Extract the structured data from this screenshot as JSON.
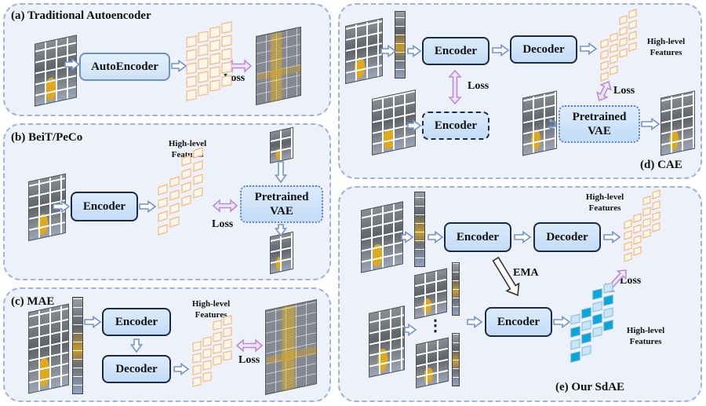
{
  "panels": {
    "a": {
      "title": "(a) Traditional Autoencoder",
      "box": "AutoEncoder",
      "loss": "Loss"
    },
    "b": {
      "title": "(b) BeiT/PeCo",
      "encoder": "Encoder",
      "vae": "Pretrained VAE",
      "features": "High-level Features",
      "loss": "Loss"
    },
    "c": {
      "title": "(c) MAE",
      "encoder": "Encoder",
      "decoder": "Decoder",
      "features": "High-level Features",
      "loss": "Loss"
    },
    "d": {
      "title": "(d) CAE",
      "encoder": "Encoder",
      "decoder": "Decoder",
      "encoder2": "Encoder",
      "vae": "Pretrained VAE",
      "features": "High-level Features",
      "loss1": "Loss",
      "loss2": "Loss"
    },
    "e": {
      "title": "(e) Our SdAE",
      "encoder": "Encoder",
      "decoder": "Decoder",
      "encoder2": "Encoder",
      "ema": "EMA",
      "features1": "High-level Features",
      "features2": "High-level Features",
      "loss": "Loss",
      "dots": "⋮"
    }
  },
  "colors": {
    "panel_bg": "#edf1fa",
    "panel_border": "#9db2dc",
    "arrow": "#6f95cf",
    "loss_arrow": "#b98fd2",
    "feature_stroke": "#f4b983",
    "teacher_feature": "#0aa6d8"
  }
}
